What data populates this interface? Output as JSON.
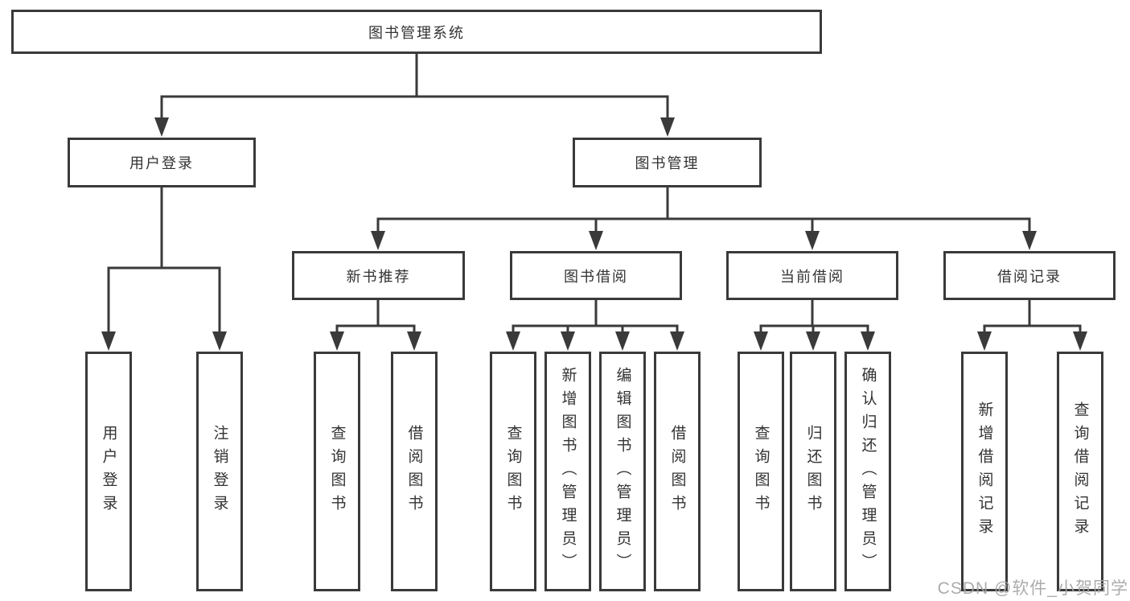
{
  "tree": {
    "label": "图书管理系统",
    "children": [
      {
        "label": "用户登录",
        "children": [
          {
            "label": "用户登录"
          },
          {
            "label": "注销登录"
          }
        ]
      },
      {
        "label": "图书管理",
        "children": [
          {
            "label": "新书推荐",
            "children": [
              {
                "label": "查询图书"
              },
              {
                "label": "借阅图书"
              }
            ]
          },
          {
            "label": "图书借阅",
            "children": [
              {
                "label": "查询图书"
              },
              {
                "label": "新增图书（管理员）"
              },
              {
                "label": "编辑图书（管理员）"
              },
              {
                "label": "借阅图书"
              }
            ]
          },
          {
            "label": "当前借阅",
            "children": [
              {
                "label": "查询图书"
              },
              {
                "label": "归还图书"
              },
              {
                "label": "确认归还（管理员）"
              }
            ]
          },
          {
            "label": "借阅记录",
            "children": [
              {
                "label": "新增借阅记录"
              },
              {
                "label": "查询借阅记录"
              }
            ]
          }
        ]
      }
    ]
  },
  "watermark": "CSDN @软件_小贺同学",
  "colors": {
    "line": "#3a3a3a",
    "box_border": "#3a3a3a",
    "text": "#333333",
    "background": "#ffffff",
    "watermark": "#a5a5a5"
  }
}
